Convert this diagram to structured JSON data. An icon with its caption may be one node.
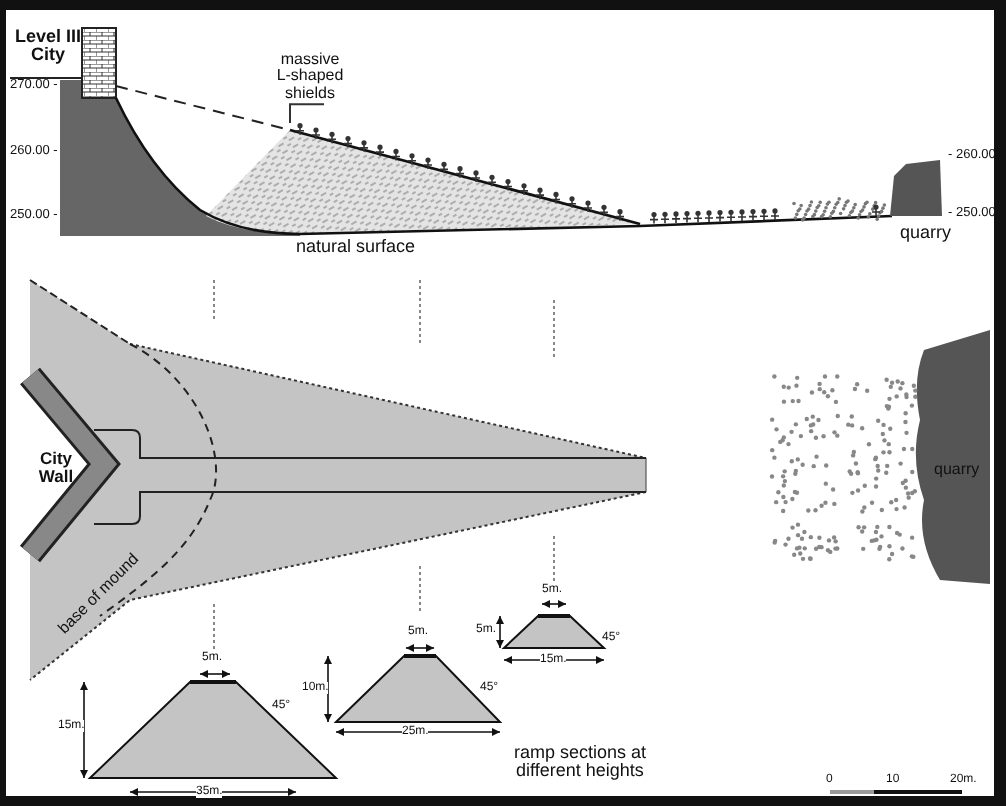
{
  "diagram": {
    "nodes": [
      {
        "text": [
          "massive L-shaped shields"
        ]
      },
      {
        "text": [],
        "shape": "picture"
      }
    ],
    "edges": [
      {
        "from": 0,
        "to": 1,
        "arrow": "none"
      }
    ],
    "labels": [
      "Level III City",
      "270.00 -",
      "260.00 -",
      "250.00 -",
      "- 260.00",
      "natural surface",
      "- 250.00",
      "quarry",
      "City Wall",
      "base of mound",
      "quarry",
      "5m.",
      "5m.",
      "45°",
      "15m.",
      "5m.",
      "5m.",
      "10m.",
      "45°",
      "45°",
      "15m.",
      "25m.",
      "ramp sections at different heights",
      "35m.",
      "0",
      "10",
      "20m."
    ]
  }
}
